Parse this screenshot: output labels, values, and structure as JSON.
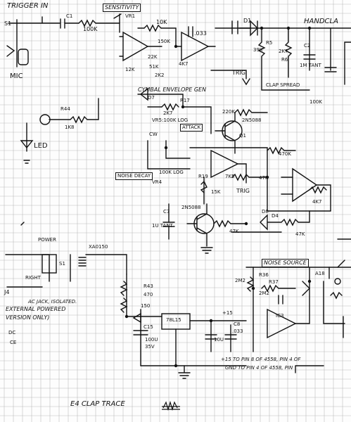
{
  "labels": {
    "trigger_in": "TRIGGER IN",
    "sensitivity": "SENSITIVITY",
    "handclap": "HANDCLA",
    "mic": "MIC",
    "led": "LED",
    "s1": "S1",
    "r1": "100K",
    "c1": "C1",
    "vr1": "VR1",
    "r_10k": "10K",
    "c_033": ".033",
    "r_150k": "150K",
    "r_22k": "22K",
    "r_4k7": "4K7",
    "r_2k2": "2K2",
    "r_12k": "12K",
    "r_51k": "51K",
    "d1": "D1",
    "r5": "R5",
    "r6": "R6",
    "r_39k": "39K",
    "r_2k7": "2K7",
    "c2": "C2",
    "r_1m_tant": "1M TANT",
    "trig": "TRIG",
    "clap_spread": "CLAP SPREAD",
    "r_100k": "100K",
    "cymbal_env": "CYMBAL ENVELOPE GEN",
    "d7": "D7",
    "r_2k7_b": "2K7",
    "r17": "R17",
    "r_220k": "220K",
    "t_2n3055": "2N5088",
    "vr5": "VR5:100K LOG",
    "attack": "ATTACK",
    "r44": "R44",
    "r_1k8": "1K8",
    "q1": "Q1",
    "cw": "CW",
    "r_470k": "470K",
    "noise_decay": "NOISE DECAY",
    "vr4": "VR4",
    "r_100k_log": "100K LOG",
    "r_7k5": "7K5",
    "r_47k": "47K",
    "r_15k": "15K",
    "r19": "R19",
    "r_4k7b": "4K7",
    "trig2": "TRIG",
    "q2_ref": "2N5088",
    "c7": "C7",
    "r_1u": "1U TANT",
    "d8": "D8",
    "r_47k_b": "47K",
    "r_47k_c": "47K",
    "power": "POWER",
    "xa0150": "XA0150",
    "s1b": "S1",
    "right": "RIGHT",
    "j4": "J4",
    "r_470": "470",
    "r43": "R43",
    "r_150": "150",
    "ac_jack": "AC JACK, ISOLATED.",
    "ext_power": "EXTERNAL POWERED",
    "version": "VERSION ONLY)",
    "c15": "C15",
    "c_100u": "100U",
    "v_35": "35V",
    "r_78l15": "78L15",
    "c8": "C8",
    "c_033b": ".033",
    "c_10u": "10U",
    "noise_source": "NOISE SOURCE",
    "r36": "R36",
    "r37": "R37",
    "r_2m2": "2M2",
    "r_2m2b": "2M2",
    "a18": "A18",
    "ic3": "IC3",
    "p15": "+15",
    "note1": "+15 TO PIN 8 OF 4558, PIN 4 OF",
    "note2": "GND TO PIN 4 OF 4558, PIN",
    "title": "E4 CLAP TRACE",
    "ce": "CE",
    "dc": "DC",
    "d4": "D4"
  }
}
